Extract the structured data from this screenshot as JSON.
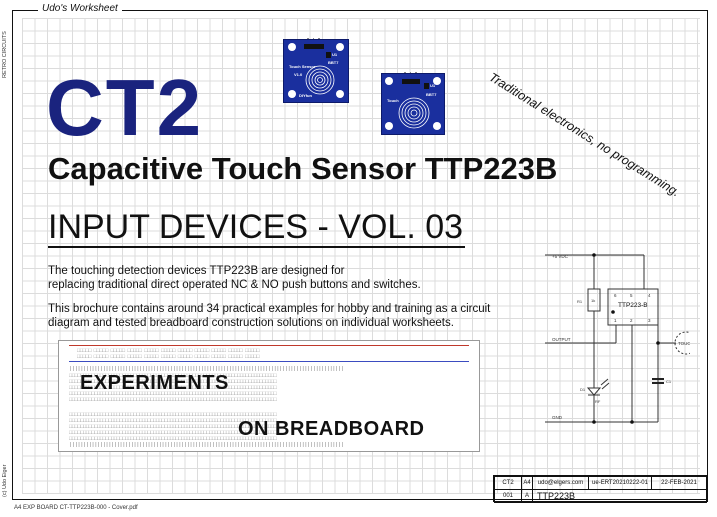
{
  "worksheet": {
    "title": "Udo's Worksheet",
    "side_label_top": "RETRO CIRCUITS",
    "side_label_bottom": "(c) Udo Eiger",
    "footer_filename": "A4 EXP BOARD CT-TTP223B-000 - Cover.pdf"
  },
  "heading": {
    "code": "CT2",
    "subtitle": "Capacitive Touch Sensor TTP223B",
    "series": "INPUT DEVICES - VOL. 03",
    "tagline": "Traditional electronics, no programming."
  },
  "body": {
    "paragraph1_line1": "The touching detection devices TTP223B are designed for",
    "paragraph1_line2": "replacing traditional direct operated NC & NO push buttons and switches.",
    "paragraph2_line1": "This brochure contains around 34 practical examples for hobby and training as a circuit",
    "paragraph2_line2": "diagram and tested breadboard construction solutions on individual worksheets."
  },
  "modules": [
    {
      "label": "Touch Sensor",
      "version": "V1.0",
      "pins": [
        "GND",
        "I/O",
        "VCC"
      ],
      "chip": "U1",
      "chip_code": "BBT7",
      "brand": "DIYfun"
    },
    {
      "label": "Touch",
      "pins": [
        "GND",
        "I/O",
        "VCC"
      ],
      "chip": "U1",
      "chip_code": "BBT7"
    }
  ],
  "breadboard": {
    "label_top": "EXPERIMENTS",
    "label_bottom": "ON BREADBOARD",
    "row_letters_top": [
      "A",
      "B",
      "C",
      "D",
      "E"
    ],
    "row_letters_bottom": [
      "F",
      "G",
      "H",
      "I",
      "J"
    ]
  },
  "schematic": {
    "supply": "+5 VDC",
    "ground": "GND",
    "output": "OUTPUT",
    "ic": "TTP223-B",
    "ic_pins_top": [
      "6",
      "5",
      "4"
    ],
    "ic_pins_bottom": [
      "1",
      "2",
      "3"
    ],
    "resistor": "R1",
    "resistor_value": "1k",
    "led": "D1",
    "led_value": "RF",
    "capacitor": "C1",
    "pad": "TOUCH"
  },
  "title_block": {
    "row1": [
      "CT2",
      "A4",
      "udo@elgers.com",
      "ue-ERT20210222-01",
      "22-FEB-2021"
    ],
    "row2": [
      "001",
      "A",
      "TTP223B"
    ]
  },
  "colors": {
    "brand_blue": "#1a237e",
    "pcb_blue": "#1a2f9e",
    "grid": "#dcdcdc",
    "rail_red": "#c0392b",
    "rail_blue": "#3b4cc0"
  }
}
